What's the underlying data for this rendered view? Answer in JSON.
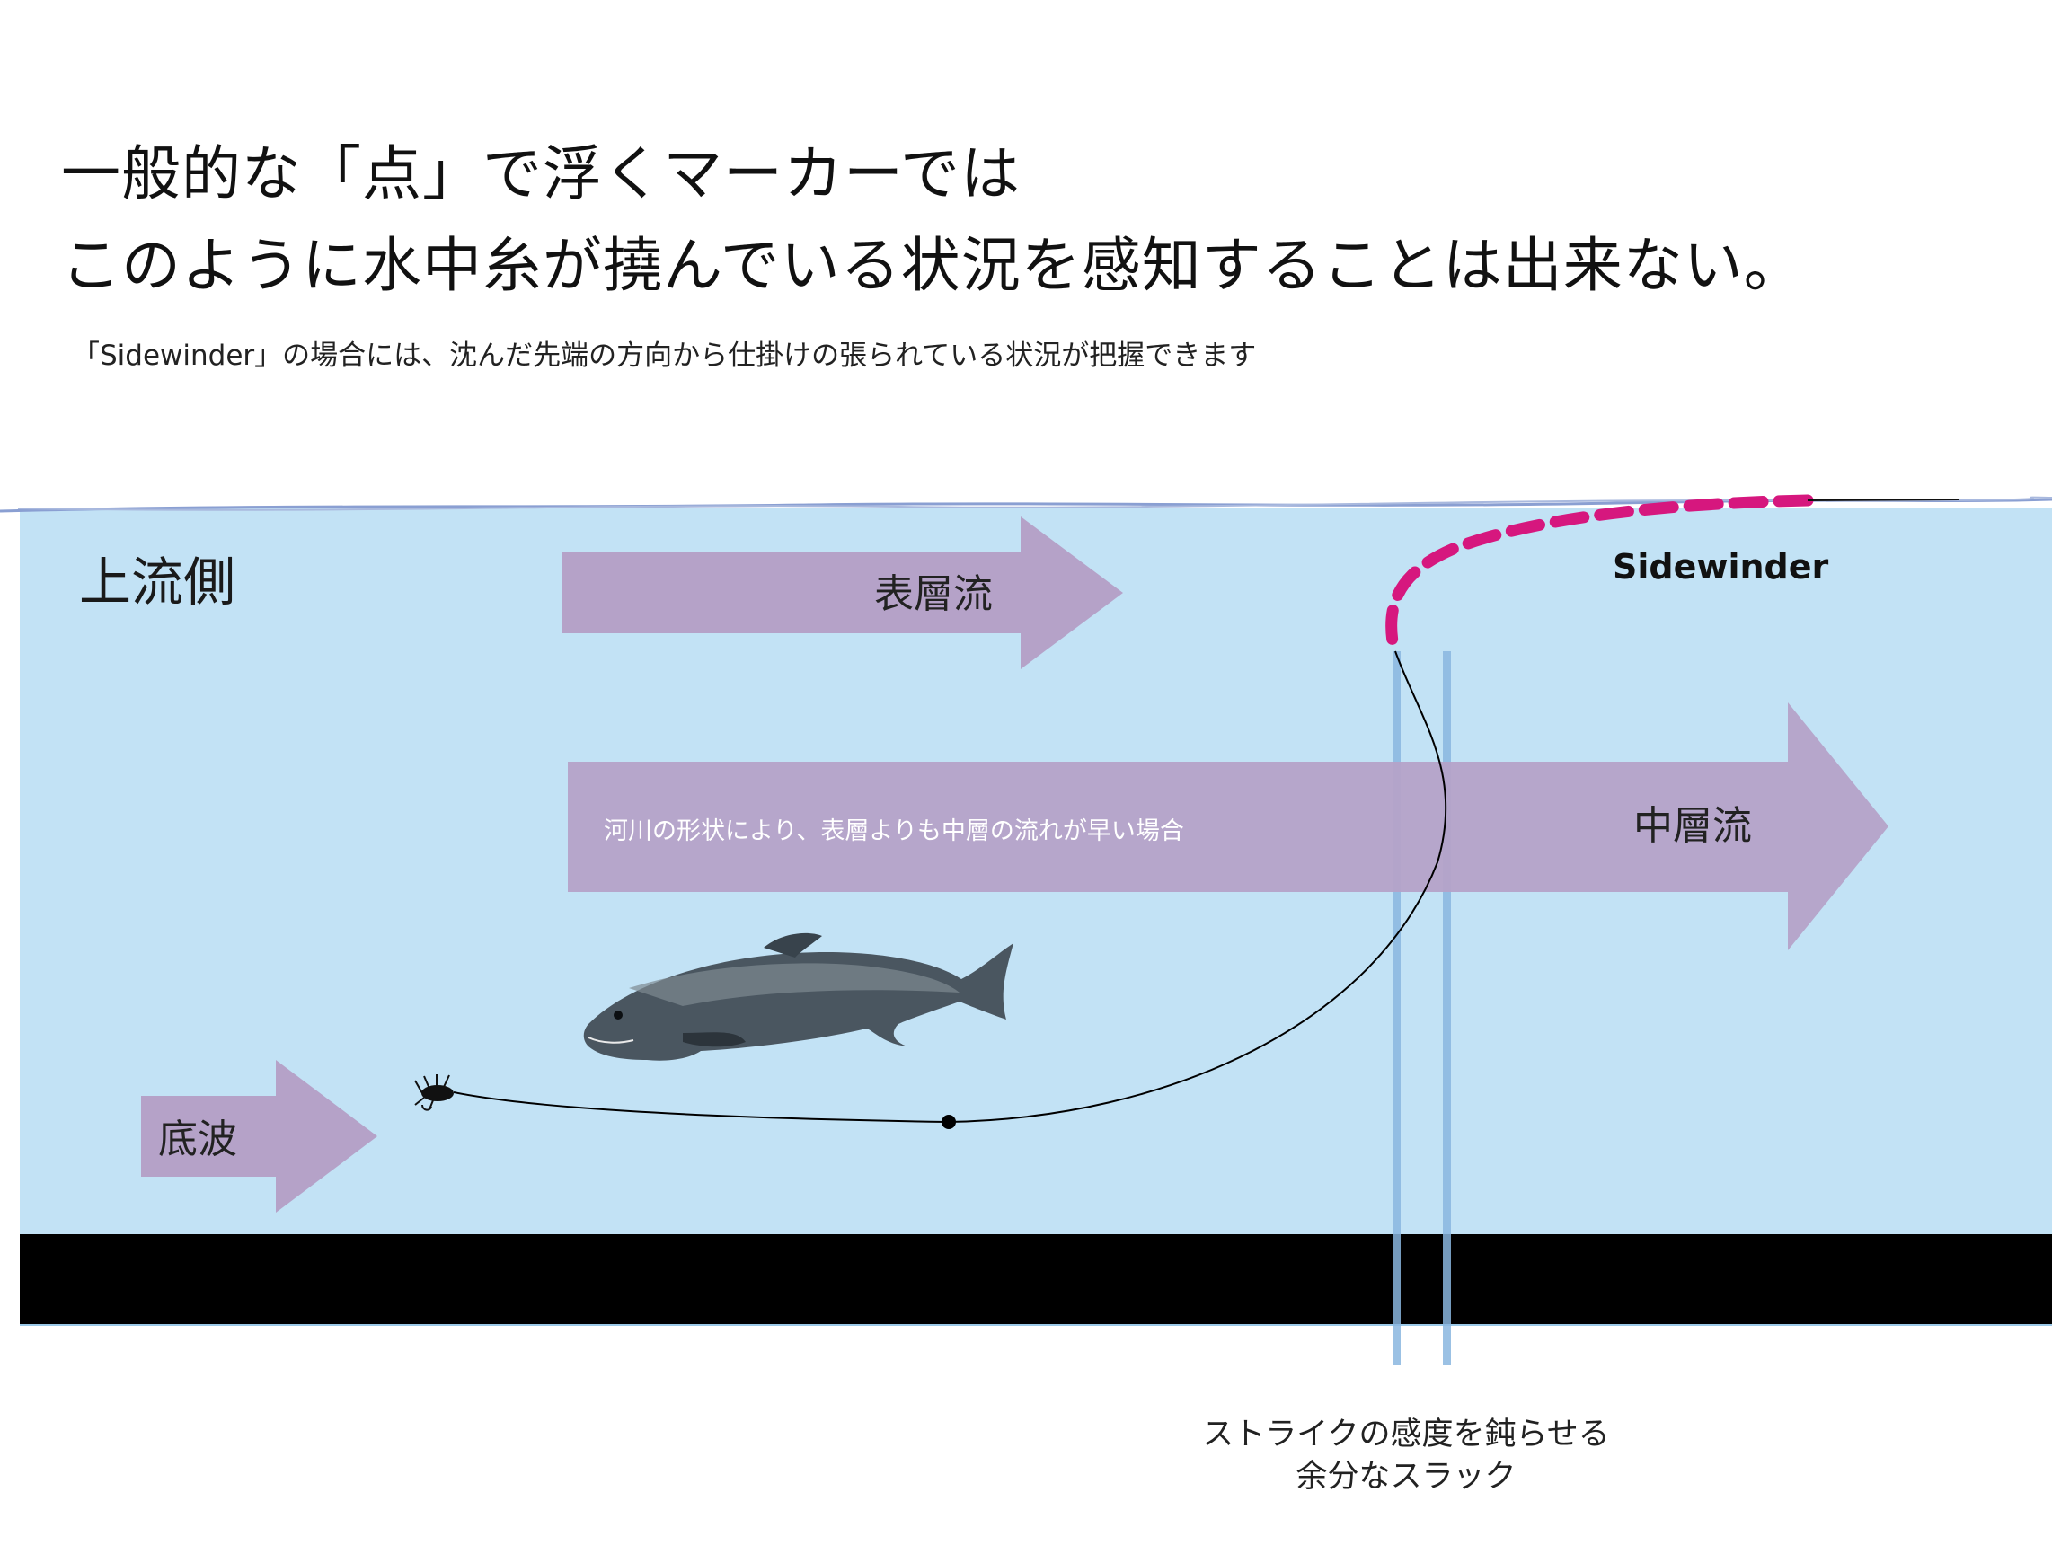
{
  "heading": {
    "line1": "一般的な「点」で浮くマーカーでは",
    "line2": "このように水中糸が撓んでいる状況を感知することは出来ない。"
  },
  "subheading": "「Sidewinder」の場合には、沈んだ先端の方向から仕掛けの張られている状況が把握できます",
  "labels": {
    "upstream": "上流側",
    "surface_flow": "表層流",
    "middle_flow": "中層流",
    "middle_note": "河川の形状により、表層よりも中層の流れが早い場合",
    "bottom_wave": "底波",
    "marker_name": "Sidewinder",
    "slack_line1": "ストライクの感度を鈍らせる",
    "slack_line2": "余分なスラック"
  },
  "colors": {
    "water": "#c2e2f5",
    "arrow": "#b5a2c8",
    "riverbed": "#000000",
    "marker": "#d6177e",
    "slack_band": "#8ab6df",
    "surface_line": "#8a9fd2"
  }
}
